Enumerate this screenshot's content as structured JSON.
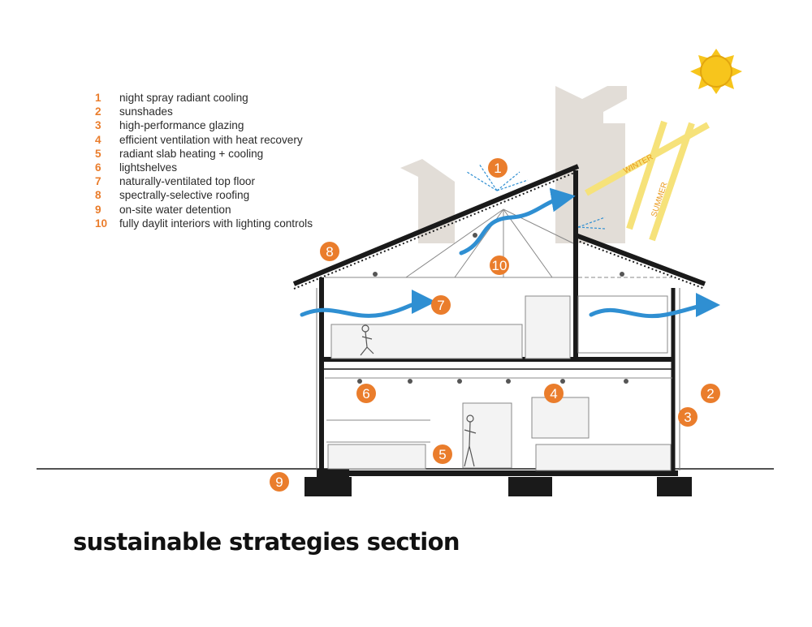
{
  "legend": [
    {
      "num": "1",
      "label": "night spray radiant cooling"
    },
    {
      "num": "2",
      "label": "sunshades"
    },
    {
      "num": "3",
      "label": "high-performance glazing"
    },
    {
      "num": "4",
      "label": "efficient ventilation with heat recovery"
    },
    {
      "num": "5",
      "label": "radiant slab heating + cooling"
    },
    {
      "num": "6",
      "label": "lightshelves"
    },
    {
      "num": "7",
      "label": "naturally-ventilated top floor"
    },
    {
      "num": "8",
      "label": "spectrally-selective roofing"
    },
    {
      "num": "9",
      "label": "on-site water detention"
    },
    {
      "num": "10",
      "label": "fully daylit interiors with lighting controls"
    }
  ],
  "title": "sustainable strategies section",
  "sun_labels": {
    "winter": "WINTER",
    "summer": "SUMMER"
  },
  "colors": {
    "accent": "#ea7d2c",
    "air_flow": "#2f8fd2",
    "sun": "#f7c51c",
    "sun_ray": "#f6e27a",
    "structure": "#1a1a1a",
    "neighbor": "#e2ddd7"
  },
  "callout_labels": {
    "c1": "1",
    "c2": "2",
    "c3": "3",
    "c4": "4",
    "c5": "5",
    "c6": "6",
    "c7": "7",
    "c8": "8",
    "c9": "9",
    "c10": "10"
  }
}
